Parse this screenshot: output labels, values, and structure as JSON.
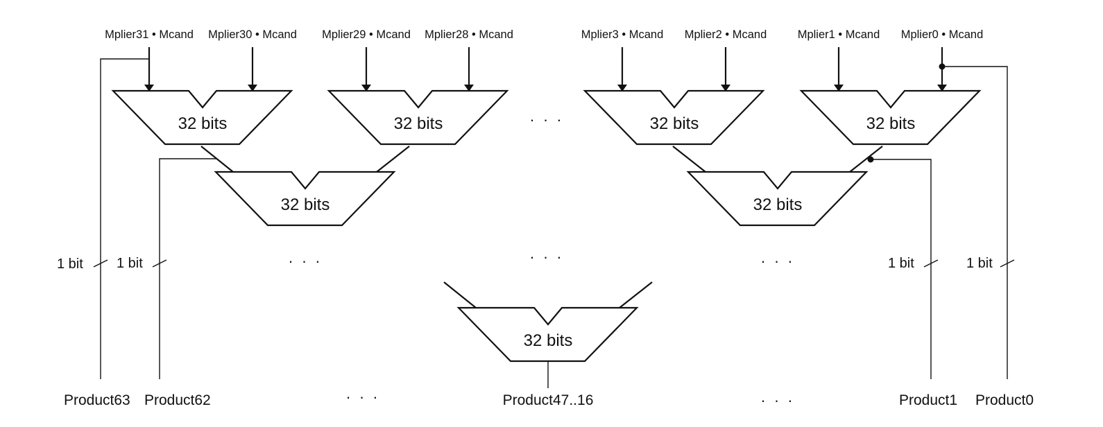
{
  "inputs": {
    "a0": "Mplier31 • Mcand",
    "a1": "Mplier30 • Mcand",
    "b0": "Mplier29 • Mcand",
    "b1": "Mplier28 • Mcand",
    "c0": "Mplier3 • Mcand",
    "c1": "Mplier2 • Mcand",
    "d0": "Mplier1 • Mcand",
    "d1": "Mplier0 • Mcand"
  },
  "adders": {
    "a": "32 bits",
    "b": "32 bits",
    "c": "32 bits",
    "d": "32 bits",
    "e": "32 bits",
    "f": "32 bits",
    "g": "32 bits"
  },
  "bit_labels": {
    "p63": "1 bit",
    "p62": "1 bit",
    "p1": "1 bit",
    "p0": "1 bit"
  },
  "ellipsis": "· · ·",
  "outputs": {
    "p63": "Product63",
    "p62": "Product62",
    "mid": "Product47..16",
    "p1": "Product1",
    "p0": "Product0"
  }
}
